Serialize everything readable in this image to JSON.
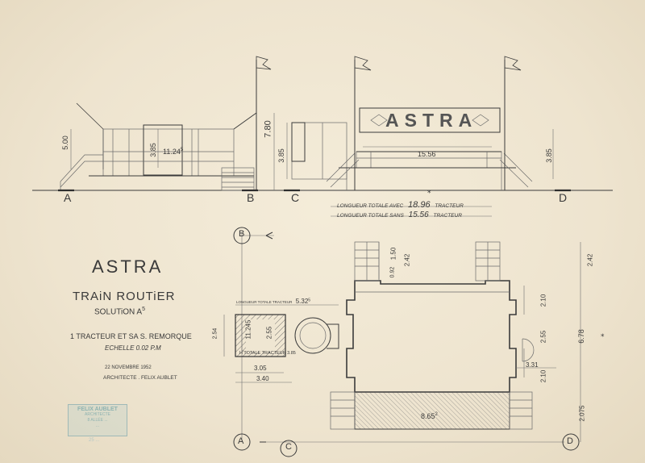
{
  "title_block": {
    "name": "ASTRA",
    "subject": "TRAiN ROUTiER",
    "solution": "SOLUTiON A",
    "solution_sup": "5",
    "composition": "1 TRACTEUR ET SA S. REMORQUE",
    "scale": "ECHELLE 0.02 P.M",
    "date": "22 NOVEMBRE 1952",
    "architect": "ARCHITECTE . FELIX AUBLET"
  },
  "stamp": {
    "name": "FELIX AUBLET",
    "line2": "ARCHITECTE",
    "line3": "8 ALLÉE ...",
    "line4": "...",
    "footer": "25 ..."
  },
  "elevations": {
    "sign_text": "ASTRA",
    "section_marks": [
      "A",
      "B",
      "C",
      "D"
    ],
    "dim_500": "5.00",
    "dim_780": "7.80",
    "dim_385_a": "3.85",
    "dim_385_b": "3.85",
    "dim_385_c": "3.85",
    "dim_1124": "11.24",
    "dim_1124_sup": "5",
    "dim_1556": "15.56",
    "length_with": "LONGUEUR TOTALE AVEC",
    "length_with_value": "18.96",
    "length_with_suffix": "TRACTEUR",
    "length_without": "LONGUEUR TOTALE SANS",
    "length_without_value": "15.56",
    "length_without_suffix": "TRACTEUR"
  },
  "plan": {
    "marks": [
      "B",
      "A",
      "C",
      "D"
    ],
    "dim_150": "1.50",
    "dim_242_a": "2.42",
    "dim_092": "0.92",
    "dim_242_b": "2.42",
    "dim_210_a": "2.10",
    "dim_255_a": "2.55",
    "dim_678": "6.78",
    "dim_210_b": "2.10",
    "dim_2075": "2.075",
    "dim_331": "3.31",
    "area": "8.65",
    "area_sup": "2"
  },
  "tractor": {
    "length_label": "LONGUEUR TOTALE TRACTEUR",
    "length_value": "5.32",
    "length_sup": "5",
    "dim_254": "2.54",
    "dim_1124": "11.245",
    "dim_255": "2.55",
    "note": "H",
    "note_sup": "r",
    "note_rest": "TOTALE TRACTEUR 3.85",
    "dim_305": "3.05",
    "dim_340": "3.40"
  }
}
